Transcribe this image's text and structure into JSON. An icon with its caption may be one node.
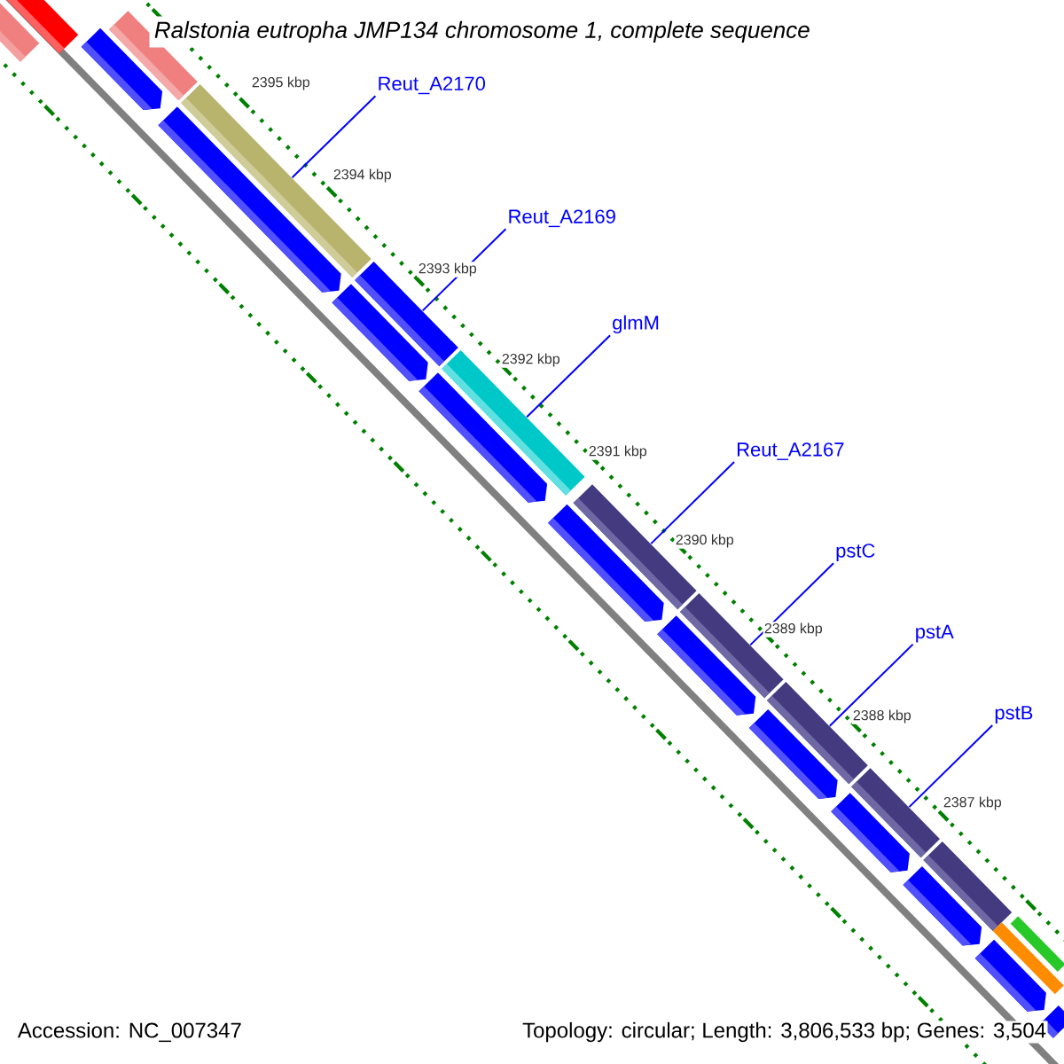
{
  "diagram": {
    "title": "Ralstonia eutropha JMP134 chromosome 1, complete sequence",
    "nodes": [
      {
        "text": [
          "Reut_A2170"
        ]
      },
      {
        "text": [
          "Reut_A2169"
        ]
      },
      {
        "text": [
          "glmM"
        ]
      },
      {
        "text": [
          "Reut_A2167"
        ]
      },
      {
        "text": [
          "pstC"
        ]
      },
      {
        "text": [
          "pstA"
        ]
      },
      {
        "text": [
          "pstB"
        ]
      },
      {
        "text": [],
        "shape": "bar"
      },
      {
        "text": [],
        "shape": "bar"
      },
      {
        "text": [],
        "shape": "bar"
      },
      {
        "text": [],
        "shape": "bar"
      },
      {
        "text": [],
        "shape": "bar"
      },
      {
        "text": [],
        "shape": "bar"
      },
      {
        "text": [],
        "shape": "bar"
      },
      {
        "text": [],
        "shape": "bar"
      },
      {
        "text": [],
        "shape": "bar"
      },
      {
        "text": [],
        "shape": "bar"
      },
      {
        "text": [],
        "shape": "bar"
      },
      {
        "text": [],
        "shape": "bar"
      },
      {
        "text": [],
        "shape": "bar"
      },
      {
        "text": [],
        "shape": "bar"
      },
      {
        "text": [],
        "shape": "bar"
      },
      {
        "text": [],
        "shape": "bar"
      },
      {
        "text": [],
        "shape": "bar"
      },
      {
        "text": [],
        "shape": "bar"
      },
      {
        "text": [],
        "shape": "bar"
      },
      {
        "text": [],
        "shape": "bar"
      },
      {
        "text": [],
        "shape": "bar"
      },
      {
        "text": [],
        "shape": "bar"
      },
      {
        "text": [],
        "shape": "bar"
      },
      {
        "text": [],
        "shape": "bar"
      }
    ],
    "edges": [
      {
        "from": 0,
        "to": 7,
        "arrow": "none"
      },
      {
        "from": 1,
        "to": 8,
        "arrow": "none"
      },
      {
        "from": 2,
        "to": 9,
        "arrow": "none"
      },
      {
        "from": 3,
        "to": 10,
        "arrow": "none"
      },
      {
        "from": 4,
        "to": 11,
        "arrow": "none"
      },
      {
        "from": 5,
        "to": 12,
        "arrow": "none"
      },
      {
        "from": 6,
        "to": 13,
        "arrow": "none"
      }
    ],
    "labels": [
      "2395 kbp",
      "2394 kbp",
      "2393 kbp",
      "2392 kbp",
      "2391 kbp",
      "2390 kbp",
      "2389 kbp",
      "2388 kbp",
      "2387 kbp",
      "Accession: NC_007347",
      "Topology: circular; Length: 3,806,533 bp; Genes: 3,504"
    ]
  }
}
